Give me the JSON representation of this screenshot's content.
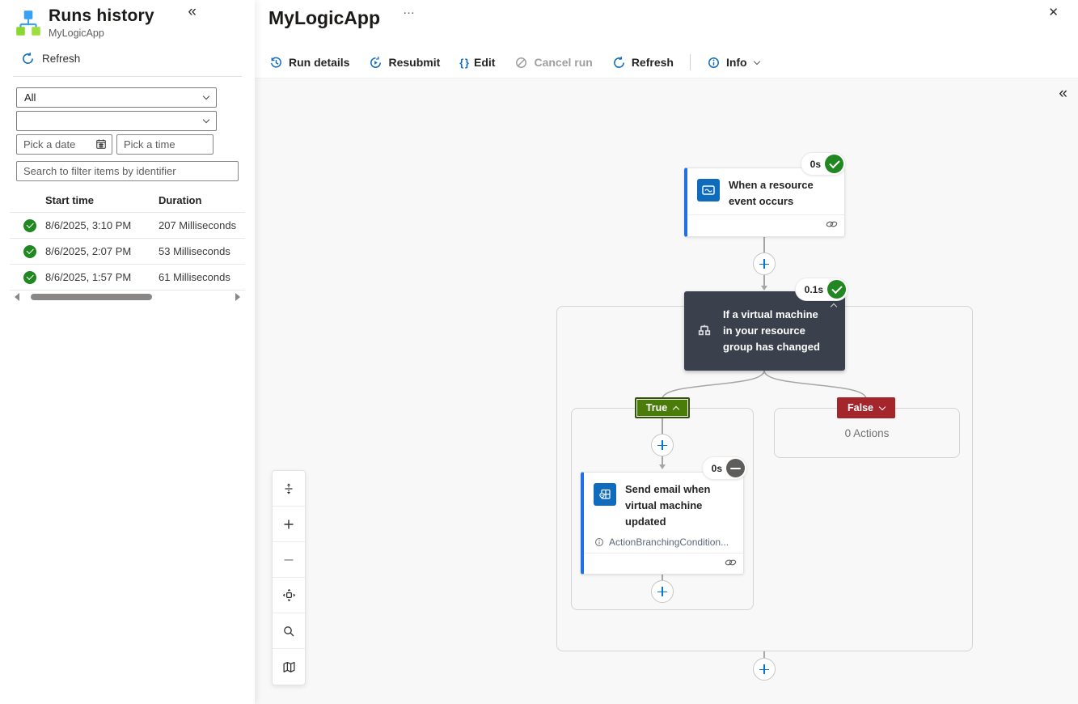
{
  "icons": {
    "collapse": "«",
    "ellipsis": "…",
    "close": "✕",
    "edit_braces": "{ }"
  },
  "left_panel": {
    "title": "Runs history",
    "subtitle": "MyLogicApp",
    "refresh_label": "Refresh",
    "filters": {
      "status_dropdown_value": "All",
      "category_dropdown_value": "",
      "date_placeholder": "Pick a date",
      "time_placeholder": "Pick a time",
      "search_placeholder": "Search to filter items by identifier"
    },
    "table": {
      "columns": [
        "Start time",
        "Duration"
      ],
      "rows": [
        {
          "status": "Succeeded",
          "start_time": "8/6/2025, 3:10 PM",
          "duration": "207 Milliseconds"
        },
        {
          "status": "Succeeded",
          "start_time": "8/6/2025, 2:07 PM",
          "duration": "53 Milliseconds"
        },
        {
          "status": "Succeeded",
          "start_time": "8/6/2025, 1:57 PM",
          "duration": "61 Milliseconds"
        }
      ]
    }
  },
  "main": {
    "header": {
      "title": "MyLogicApp"
    },
    "toolbar": {
      "run_details": "Run details",
      "resubmit": "Resubmit",
      "edit": "Edit",
      "cancel_run": "Cancel run",
      "refresh": "Refresh",
      "info": "Info"
    }
  },
  "canvas": {
    "trigger": {
      "title": "When a resource event occurs",
      "duration_badge": "0s",
      "status": "Succeeded"
    },
    "condition": {
      "title": "If a virtual machine in your resource group has changed",
      "duration_badge": "0.1s",
      "status": "Succeeded"
    },
    "true_branch": {
      "label": "True"
    },
    "false_branch": {
      "label": "False",
      "empty_text": "0 Actions"
    },
    "action": {
      "title": "Send email when virtual machine updated",
      "note": "ActionBranchingCondition...",
      "duration_badge": "0s",
      "status": "Skipped"
    }
  },
  "colors": {
    "accent_blue": "#0f6cbd",
    "success_green": "#218721",
    "skipped_gray": "#5f5d5b",
    "true_chip_green": "#4a7c09",
    "false_chip_red": "#a4262c",
    "condition_node": "#3b414c"
  }
}
